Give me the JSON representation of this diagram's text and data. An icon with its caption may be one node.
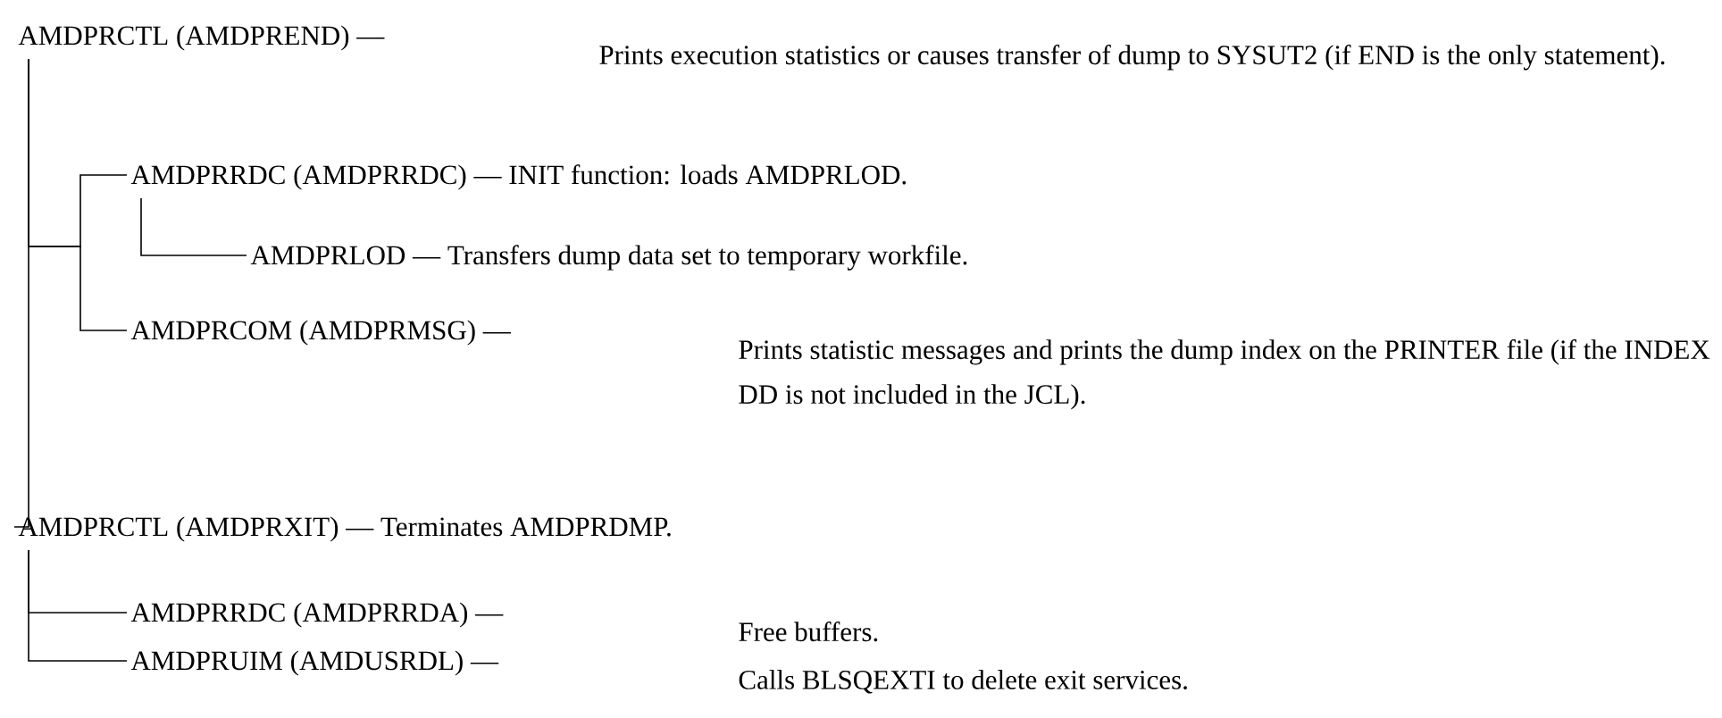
{
  "diagram": {
    "nodes": [
      {
        "text": [
          "AMDPRCTL (AMDPREND) —",
          "Prints execution statistics or causes transfer of dump to SYSUT2 (if END is the only statement)."
        ]
      },
      {
        "text": [
          "AMDPRRDC (AMDPRRDC) —",
          "INIT function:  loads AMDPRLOD."
        ]
      },
      {
        "text": [
          "AMDPRLOD —",
          "Transfers dump data set to temporary workfile."
        ]
      },
      {
        "text": [
          "AMDPRCOM (AMDPRMSG) —",
          "Prints statistic messages and prints the dump index on the PRINTER file (if the INDEX DD is not included in the JCL)."
        ]
      },
      {
        "text": [
          "AMDPRCTL (AMDPRXIT) —",
          "Terminates AMDPRDMP."
        ]
      },
      {
        "text": [
          "AMDPRRDC (AMDPRRDA) —",
          "Free buffers."
        ]
      },
      {
        "text": [
          "AMDPRUIM (AMDUSRDL) —",
          "Calls BLSQEXTI to delete exit services."
        ]
      }
    ],
    "edges": [
      {
        "from": 0,
        "to": 1,
        "arrow": "none"
      },
      {
        "from": 0,
        "to": 3,
        "arrow": "none"
      },
      {
        "from": 1,
        "to": 2,
        "arrow": "none"
      },
      {
        "from": 0,
        "to": 4,
        "arrow": "none"
      },
      {
        "from": 4,
        "to": 5,
        "arrow": "none"
      },
      {
        "from": 4,
        "to": 6,
        "arrow": "none"
      }
    ]
  }
}
